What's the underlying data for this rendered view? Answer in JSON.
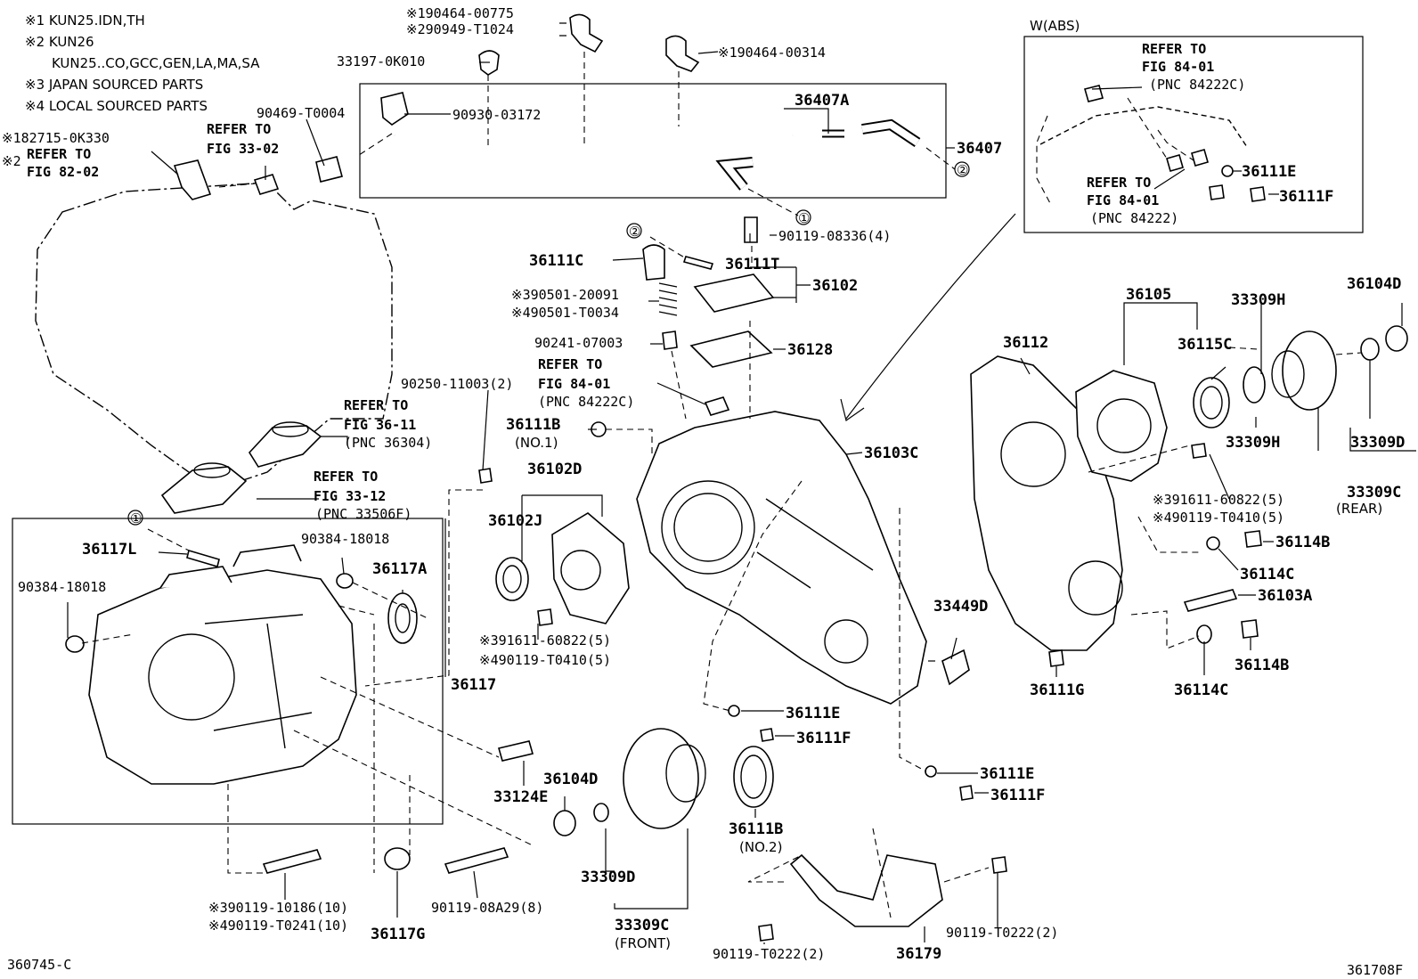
{
  "notes": {
    "n1": "※1 KUN25.IDN,TH",
    "n2": "※2 KUN26",
    "n2b": "KUN25..CO,GCC,GEN,LA,MA,SA",
    "n3": "※3 JAPAN SOURCED PARTS",
    "n4": "※4 LOCAL SOURCED PARTS"
  },
  "labels": {
    "p190464_00775": "※190464-00775",
    "p290949_T1024": "※290949-T1024",
    "p33197_0K010": "33197-0K010",
    "p190464_00314": "※190464-00314",
    "p90469_T0004": "90469-T0004",
    "p90930_03172": "90930-03172",
    "p36407A": "36407A",
    "p36407": "36407",
    "p182715_0K330": "※182715-0K330",
    "p2mark": "※2",
    "ref1a": "REFER TO",
    "ref1b": "FIG 82-02",
    "ref2a": "REFER TO",
    "ref2b": "FIG 33-02",
    "p90119_08336": "90119-08336(4)",
    "p36111C": "36111C",
    "p36111T": "36111T",
    "p36102": "36102",
    "p390501_20091": "※390501-20091",
    "p490501_T0034": "※490501-T0034",
    "p90241_07003": "90241-07003",
    "p36128": "36128",
    "ref3a": "REFER TO",
    "ref3b": "FIG 84-01",
    "ref3c": "(PNC 84222C)",
    "p90250_11003": "90250-11003(2)",
    "ref4a": "REFER TO",
    "ref4b": "FIG 36-11",
    "ref4c": "(PNC 36304)",
    "p36111B_1": "36111B",
    "no1": "(NO.1)",
    "p36102D": "36102D",
    "p36102J": "36102J",
    "p36103C": "36103C",
    "ref5a": "REFER TO",
    "ref5b": "FIG 33-12",
    "ref5c": "(PNC 33506F)",
    "p36117L": "36117L",
    "p90384_18018a": "90384-18018",
    "p90384_18018b": "90384-18018",
    "p36117A": "36117A",
    "p391611_60822a": "※391611-60822(5)",
    "p490119_T0410a": "※490119-T0410(5)",
    "p36117": "36117",
    "p33449D": "33449D",
    "p36111E_a": "36111E",
    "p36111F_a": "36111F",
    "p33124E": "33124E",
    "p36104D_a": "36104D",
    "p36111B_2": "36111B",
    "no2": "(NO.2)",
    "p36111E_b": "36111E",
    "p36111F_b": "36111F",
    "p390119_10186": "※390119-10186(10)",
    "p490119_T0241": "※490119-T0241(10)",
    "p36117G": "36117G",
    "p90119_08A29": "90119-08A29(8)",
    "p33309D_a": "33309D",
    "p33309C_a": "33309C",
    "front": "(FRONT)",
    "p90119_T0222a": "90119-T0222(2)",
    "p36179": "36179",
    "p90119_T0222b": "90119-T0222(2)",
    "wabs": "W(ABS)",
    "ref6a": "REFER TO",
    "ref6b": "FIG 84-01",
    "ref6c": "(PNC 84222C)",
    "ref7a": "REFER TO",
    "ref7b": "FIG 84-01",
    "ref7c": "(PNC 84222)",
    "p36111E_c": "36111E",
    "p36111F_c": "36111F",
    "p36105": "36105",
    "p33309H_a": "33309H",
    "p36104D_b": "36104D",
    "p36112": "36112",
    "p36115C": "36115C",
    "p33309H_b": "33309H",
    "p33309D_b": "33309D",
    "p33309C_b": "33309C",
    "rear": "(REAR)",
    "p391611_60822b": "※391611-60822(5)",
    "p490119_T0410b": "※490119-T0410(5)",
    "p36114B_a": "36114B",
    "p36114C_a": "36114C",
    "p36103A": "36103A",
    "p36111G": "36111G",
    "p36114C_b": "36114C",
    "p36114B_b": "36114B",
    "circ1": "①",
    "circ2": "②",
    "code_left": "360745-C",
    "code_right": "361708F"
  }
}
